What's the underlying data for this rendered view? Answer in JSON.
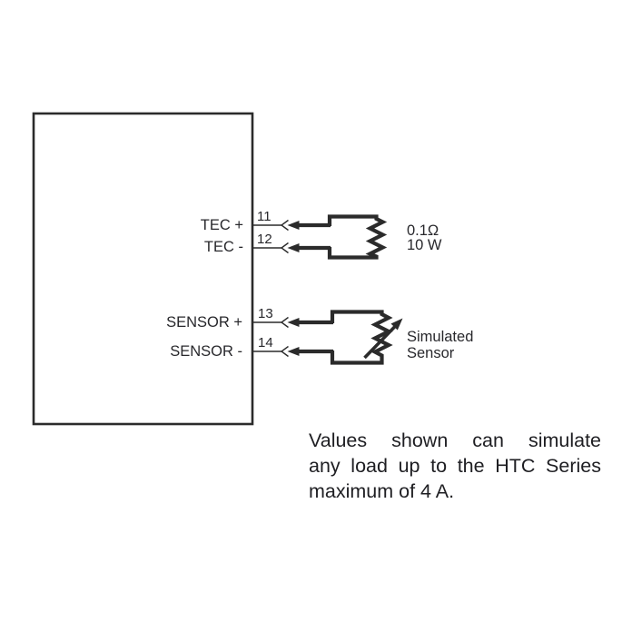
{
  "colors": {
    "line": "#2b2b2b",
    "text": "#28282c",
    "caption_text": "#1e1e22",
    "background": "#ffffff"
  },
  "pins": [
    {
      "number": "11",
      "label": "TEC +"
    },
    {
      "number": "12",
      "label": "TEC -"
    },
    {
      "number": "13",
      "label": "SENSOR +"
    },
    {
      "number": "14",
      "label": "SENSOR -"
    }
  ],
  "tec_load": {
    "resistance": "0.1Ω",
    "power": "10 W"
  },
  "sensor_load": {
    "name_line1": "Simulated",
    "name_line2": "Sensor"
  },
  "caption": {
    "line1": "Values shown can simulate",
    "line2": "any load up to the HTC Series",
    "line3": "maximum of 4 A."
  }
}
